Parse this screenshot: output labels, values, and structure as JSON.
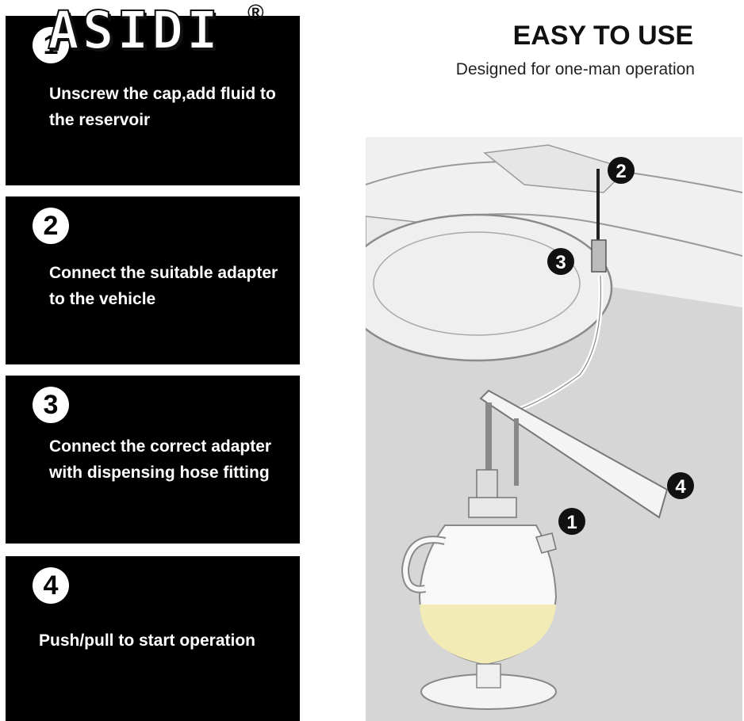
{
  "brand": {
    "logo_text": "ASIDI",
    "registered_mark": "®"
  },
  "header": {
    "title": "EASY TO USE",
    "subtitle": "Designed for one-man operation"
  },
  "steps": [
    {
      "number": "1",
      "text": "Unscrew the cap,add fluid to the reservoir"
    },
    {
      "number": "2",
      "text": "Connect the suitable adapter to the vehicle"
    },
    {
      "number": "3",
      "text": "Connect the correct adapter with dispensing hose fitting"
    },
    {
      "number": "4",
      "text": "Push/pull to start operation"
    }
  ],
  "illustration": {
    "callouts": [
      "2",
      "3",
      "4",
      "1"
    ],
    "fluid_color": "#f2ebb5"
  },
  "colors": {
    "card_bg": "#000000",
    "card_text": "#ffffff",
    "accent_dark": "#111111"
  }
}
